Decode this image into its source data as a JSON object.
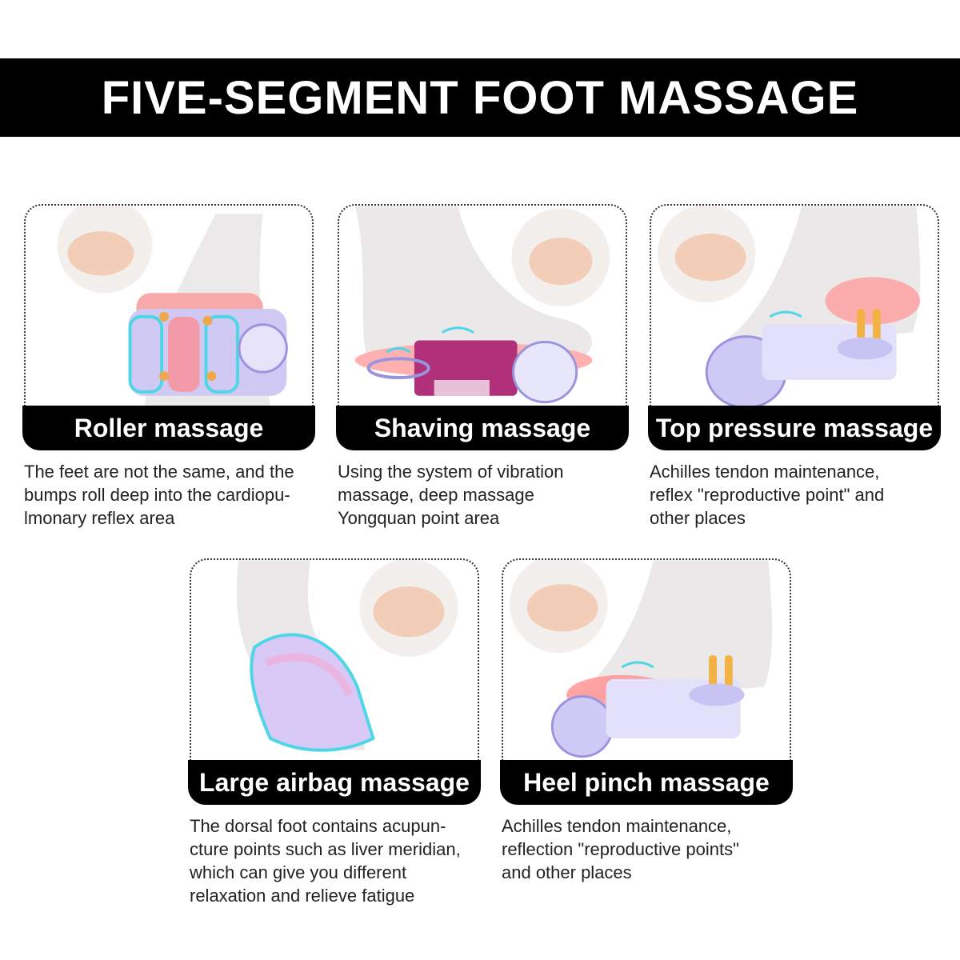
{
  "header": {
    "title": "FIVE-SEGMENT FOOT MASSAGE"
  },
  "cards": [
    {
      "title": "Roller massage",
      "lines": [
        "The feet are not the same, and the",
        "bumps roll deep into the cardiopu-",
        "lmonary reflex area"
      ]
    },
    {
      "title": "Shaving massage",
      "lines": [
        "Using the system of vibration",
        "massage, deep massage",
        "Yongquan point area"
      ]
    },
    {
      "title": "Top pressure massage",
      "lines": [
        "Achilles tendon maintenance,",
        "reflex \"reproductive point\" and",
        "other places"
      ]
    },
    {
      "title": "Large airbag massage",
      "lines": [
        "The dorsal foot contains acupun-",
        "cture points such as liver meridian,",
        "which can give you different",
        "relaxation and relieve fatigue"
      ]
    },
    {
      "title": "Heel pinch massage",
      "lines": [
        "Achilles tendon maintenance,",
        "reflection \"reproductive points\"",
        "and other places"
      ]
    }
  ],
  "colors": {
    "accent_cyan": "#4fd6e6",
    "device_purple": "#b9b4f0",
    "heat_red": "#ff5a5a",
    "banner_black": "#000000"
  }
}
